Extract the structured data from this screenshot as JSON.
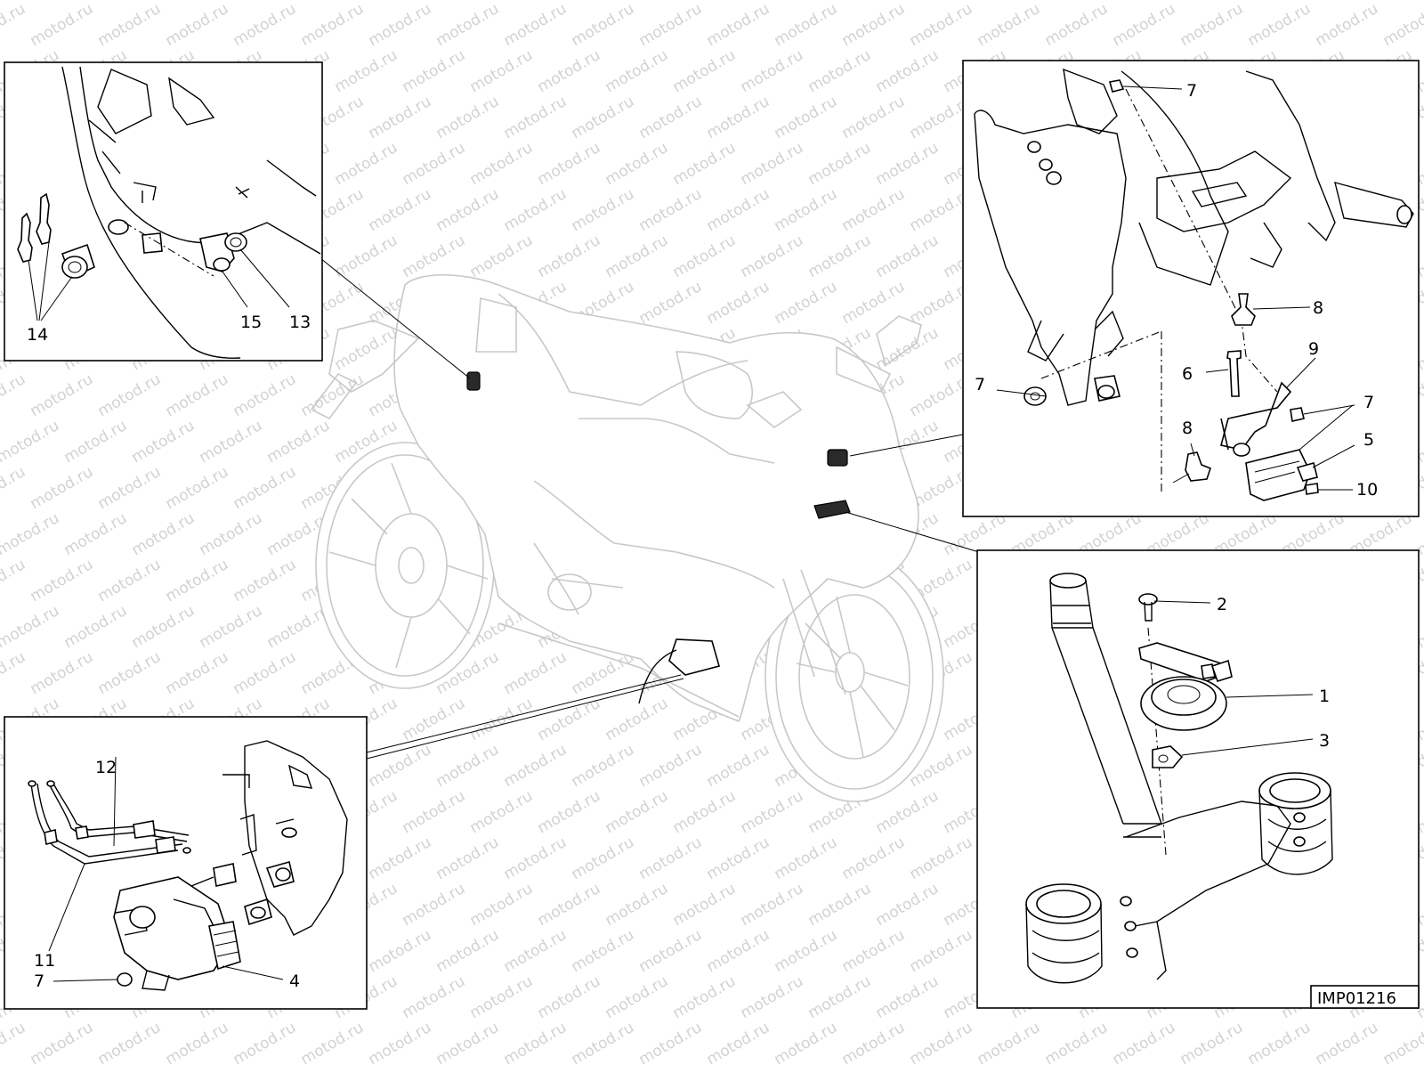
{
  "diagram": {
    "code": "IMP01216",
    "watermark": "motod.ru",
    "callouts": {
      "tl_14": "14",
      "tl_15": "15",
      "tl_13": "13",
      "tr_7a": "7",
      "tr_8a": "8",
      "tr_9": "9",
      "tr_6": "6",
      "tr_7b": "7",
      "tr_7c": "7",
      "tr_8b": "8",
      "tr_5": "5",
      "tr_10": "10",
      "br_2": "2",
      "br_1": "1",
      "br_3": "3",
      "bl_12": "12",
      "bl_11": "11",
      "bl_7": "7",
      "bl_4": "4"
    }
  }
}
